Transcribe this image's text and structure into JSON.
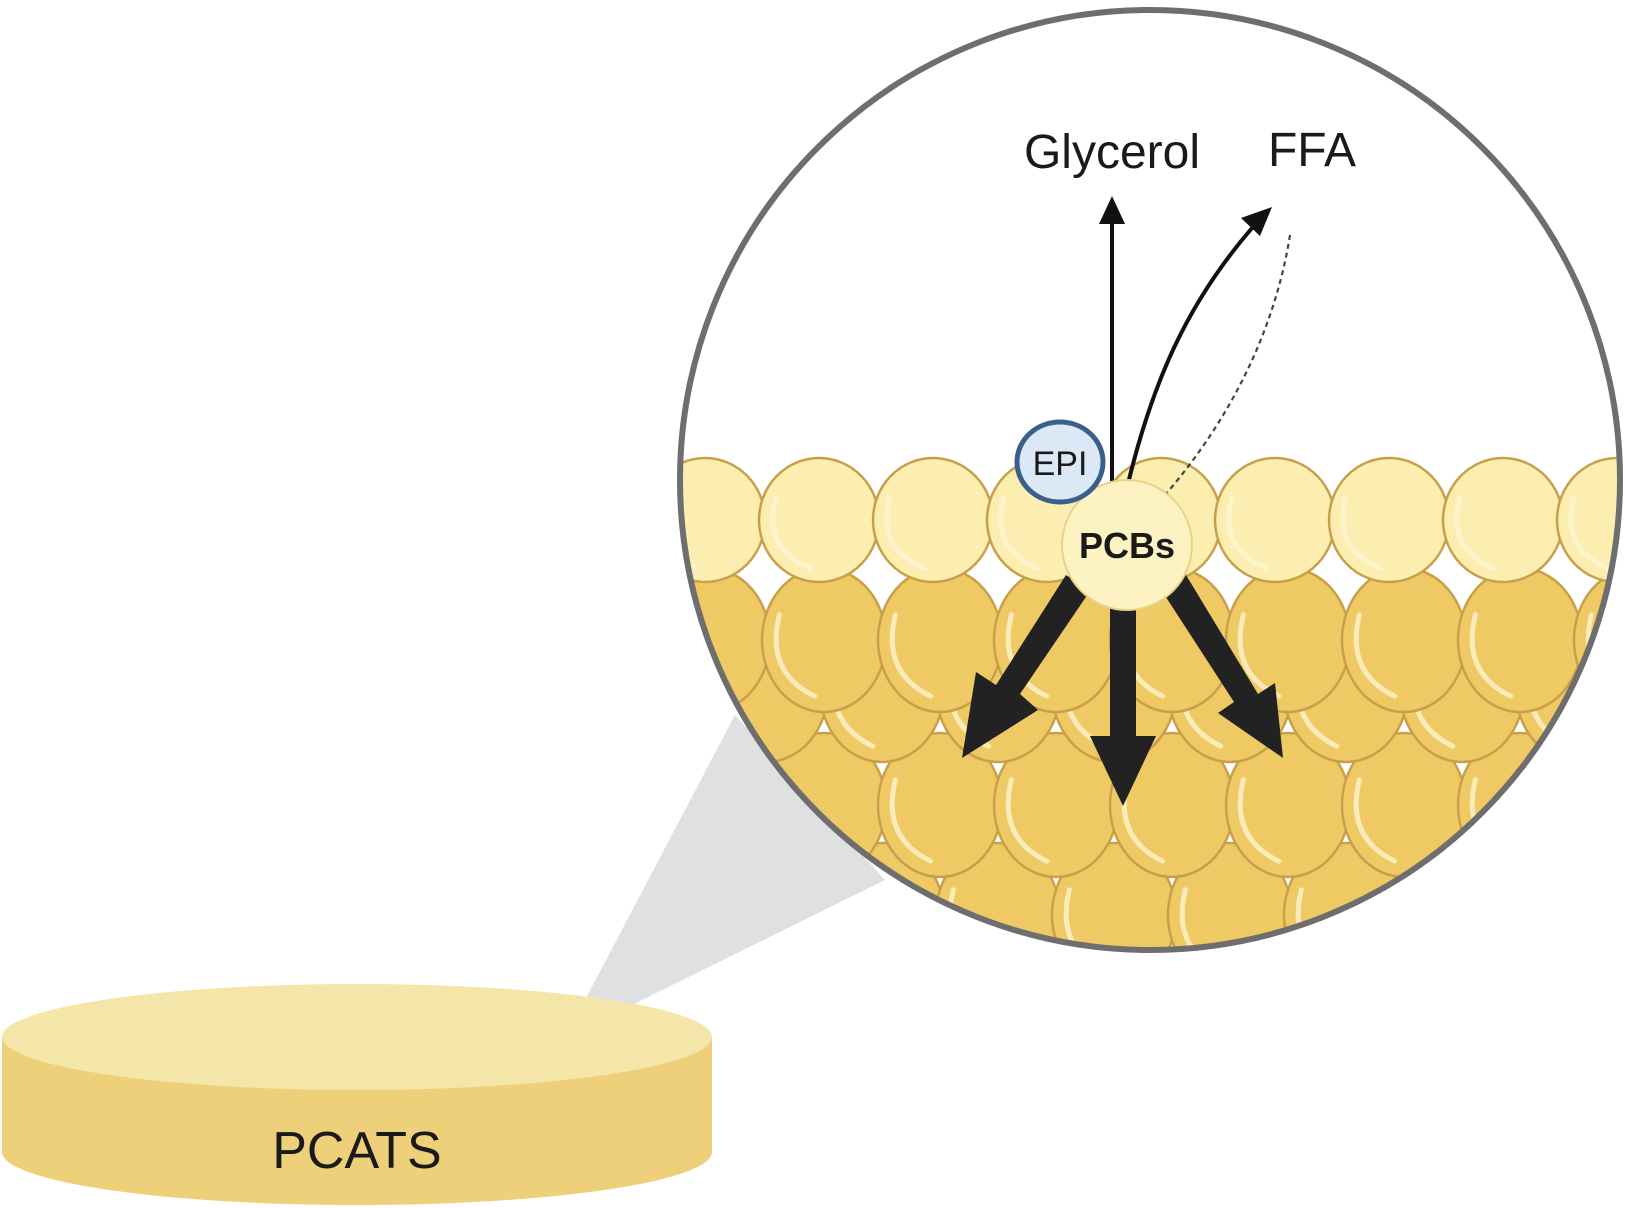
{
  "labels": {
    "glycerol": "Glycerol",
    "ffa": "FFA",
    "epi": "EPI",
    "pcbs": "PCBs",
    "pcats": "PCATS"
  },
  "colors": {
    "disc_top": "#f3e6a8",
    "disc_side": "#eecf7a",
    "cell_top_row": "#fbeeb0",
    "cell_lower": "#efc964",
    "cell_outline": "#c9a04a",
    "circle_border": "#6e6e6e",
    "zoom_cone": "#dfe0e2",
    "epi_fill": "#dbe9f7",
    "epi_stroke": "#3a5f8c",
    "pcb_fill": "#fdf3c2",
    "arrow": "#222222"
  },
  "icons": {
    "arrows": [
      "glycerol-arrow",
      "ffa-curved-arrow",
      "ffa-dotted-return-arrow",
      "pcb-diffusion-arrows"
    ]
  }
}
